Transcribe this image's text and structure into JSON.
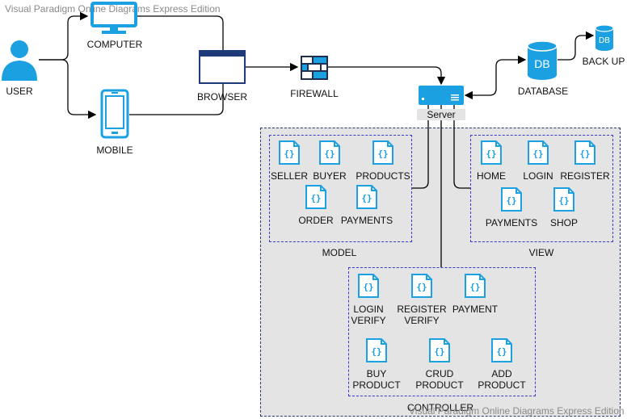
{
  "watermark_top": "Visual Paradigm Online Diagrams Express Edition",
  "watermark_bottom": "Visual Paradigm Online Diagrams Express Edition",
  "nodes": {
    "user": "USER",
    "computer": "COMPUTER",
    "mobile": "MOBILE",
    "browser": "BROWSER",
    "firewall": "FIREWALL",
    "server": "Server",
    "database": "DATABASE",
    "database_icon": "DB",
    "backup": "BACK UP",
    "backup_icon": "DB"
  },
  "model": {
    "label": "MODEL",
    "items": [
      "SELLER",
      "BUYER",
      "PRODUCTS",
      "ORDER",
      "PAYMENTS"
    ]
  },
  "view": {
    "label": "VIEW",
    "items": [
      "HOME",
      "LOGIN",
      "REGISTER",
      "PAYMENTS",
      "SHOP"
    ]
  },
  "controller": {
    "label": "CONTROLLER",
    "items": [
      "LOGIN\nVERIFY",
      "REGISTER\nVERIFY",
      "PAYMENT",
      "BUY\nPRODUCT",
      "CRUD\nPRODUCT",
      "ADD\nPRODUCT"
    ]
  },
  "colors": {
    "accent": "#1ba1e2",
    "border": "#3a3ad0",
    "browser": "#1f3a7a"
  }
}
